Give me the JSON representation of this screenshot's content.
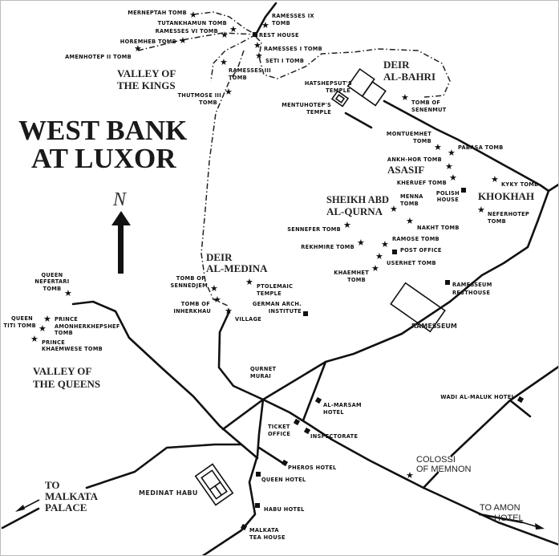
{
  "title": {
    "line1": "WEST BANK",
    "line2": "AT LUXOR"
  },
  "north": {
    "letter": "N"
  },
  "areas": {
    "kings1": "VALLEY OF",
    "kings2": "THE KINGS",
    "bahri1": "DEIR",
    "bahri2": "AL-BAHRI",
    "asasif": "ASASIF",
    "khokhah": "KHOKHAH",
    "qurna1": "SHEIKH ABD",
    "qurna2": "AL-QURNA",
    "medina1": "DEIR",
    "medina2": "AL-MEDINA",
    "queens1": "VALLEY OF",
    "queens2": "THE QUEENS",
    "malkata1": "TO",
    "malkata2": "MALKATA",
    "malkata3": "PALACE",
    "medinat_habu": "MEDINAT HABU",
    "colossi1": "COLOSSI",
    "colossi2": "OF MEMNON",
    "amon1": "TO AMON",
    "amon2": "HOTEL"
  },
  "labels": {
    "merneptah": "MERNEPTAH TOMB",
    "tutankhamun": "TUTANKHAMUN TOMB",
    "ramesses6": "RAMESSES VI TOMB",
    "horemheb": "HOREMHEB TOMB",
    "amenhotep2": "AMENHOTEP II TOMB",
    "ramesses9a": "RAMESSES IX",
    "ramesses9b": "TOMB",
    "resthouse": "REST HOUSE",
    "ramesses1": "RAMESSES I TOMB",
    "seti1": "SETI I TOMB",
    "ramesses3a": "RAMESSES III",
    "ramesses3b": "TOMB",
    "thutmose3a": "THUTMOSE III",
    "thutmose3b": "TOMB",
    "hatshepsut_a": "HATSHEPSUT'S",
    "hatshepsut_b": "TEMPLE",
    "mentuhotep_a": "MENTUHOTEP'S",
    "mentuhotep_b": "TEMPLE",
    "senenmut_a": "TOMB OF",
    "senenmut_b": "SENENMUT",
    "montuemhet_a": "MONTUEMHET",
    "montuemhet_b": "TOMB",
    "pabasa": "PABASA TOMB",
    "ankhhor": "ANKH-HOR TOMB",
    "kheruef": "KHERUEF TOMB",
    "polish_a": "POLISH",
    "polish_b": "HOUSE",
    "kyky": "KYKY TOMB",
    "neferhotep_a": "NEFERHOTEP",
    "neferhotep_b": "TOMB",
    "menna_a": "MENNA",
    "menna_b": "TOMB",
    "nakht": "NAKHT TOMB",
    "sennefer": "SENNEFER TOMB",
    "ramose": "RAMOSE TOMB",
    "rekhmire": "REKHMIRE TOMB",
    "post_office": "POST OFFICE",
    "userhet": "USERHET TOMB",
    "khaemhet_a": "KHAEMHET",
    "khaemhet_b": "TOMB",
    "ramesseum_rh_a": "RAMESSEUM",
    "ramesseum_rh_b": "RESTHOUSE",
    "ramesseum": "RAMESSEUM",
    "sennedjem_a": "TOMB OF",
    "sennedjem_b": "SENNEDJEM",
    "inherkhau_a": "TOMB OF",
    "inherkhau_b": "INHERKHAU",
    "village": "VILLAGE",
    "ptolemaic_a": "PTOLEMAIC",
    "ptolemaic_b": "TEMPLE",
    "german_a": "GERMAN ARCH.",
    "german_b": "INSTITUTE",
    "nefertari_a": "QUEEN",
    "nefertari_b": "NEFERTARI",
    "nefertari_c": "TOMB",
    "titi_a": "QUEEN",
    "titi_b": "TITI TOMB",
    "amonher_a": "PRINCE",
    "amonher_b": "AMONHERKHEPSHEF",
    "amonher_c": "TOMB",
    "khaemwese_a": "PRINCE",
    "khaemwese_b": "KHAEMWESE TOMB",
    "qurnet_a": "QURNET",
    "qurnet_b": "MURAI",
    "marsam_a": "AL-MARSAM",
    "marsam_b": "HOTEL",
    "ticket_a": "TICKET",
    "ticket_b": "OFFICE",
    "inspectorate": "INSPECTORATE",
    "pheros": "PHEROS HOTEL",
    "queen_hotel": "QUEEN HOTEL",
    "habu_hotel": "HABU HOTEL",
    "malkata_a": "MALKATA",
    "malkata_b": "TEA HOUSE",
    "wadi": "WADI AL-MALUK HOTEL"
  },
  "symbols": {
    "tomb": "star-icon",
    "building": "square-icon"
  }
}
